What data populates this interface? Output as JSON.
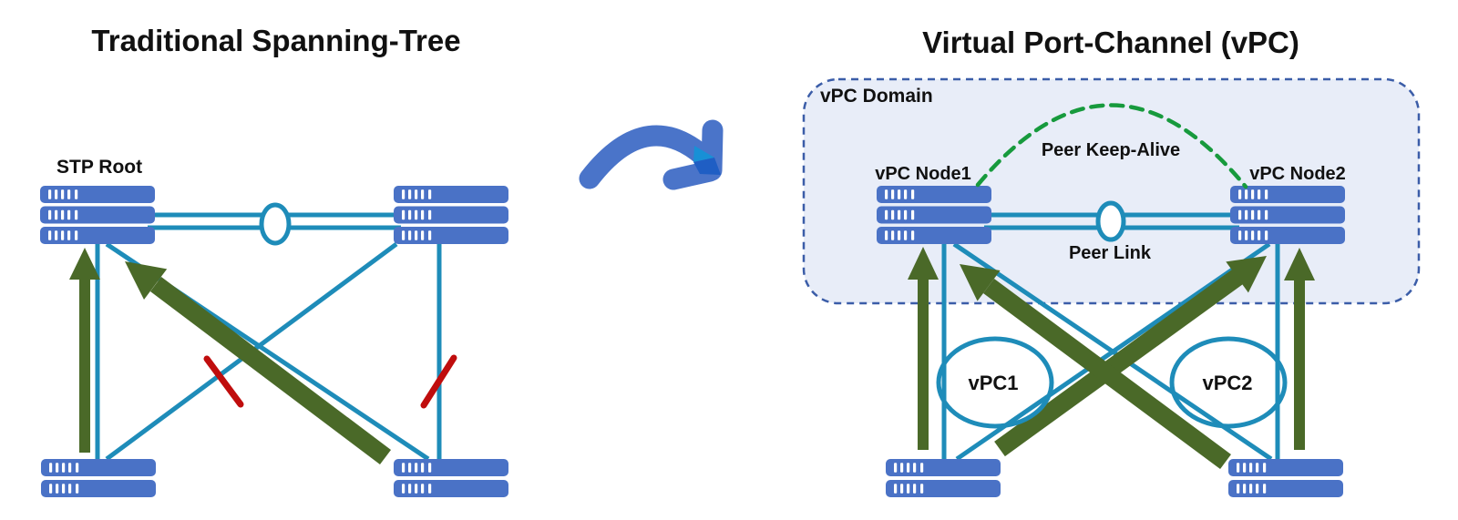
{
  "left": {
    "title": "Traditional Spanning-Tree",
    "stp_root_label": "STP Root"
  },
  "right": {
    "title": "Virtual Port-Channel (vPC)",
    "domain_label": "vPC Domain",
    "keepalive_label": "Peer Keep-Alive",
    "peer_link_label": "Peer Link",
    "node1_label": "vPC Node1",
    "node2_label": "vPC Node2",
    "vpc1_label": "vPC1",
    "vpc2_label": "vPC2"
  },
  "colors": {
    "switch_blue": "#4a72c6",
    "link_teal": "#1e8cb9",
    "forward_green": "#4a6928",
    "blocked_red": "#c00d0d",
    "keepalive_green": "#179a3d",
    "domain_fill": "#e8edf8",
    "domain_border": "#3b5da8",
    "transition_blue": "#4a74c9",
    "transition_dark": "#1f5ec4",
    "transition_cyan": "#1890d6",
    "text": "#111111"
  }
}
